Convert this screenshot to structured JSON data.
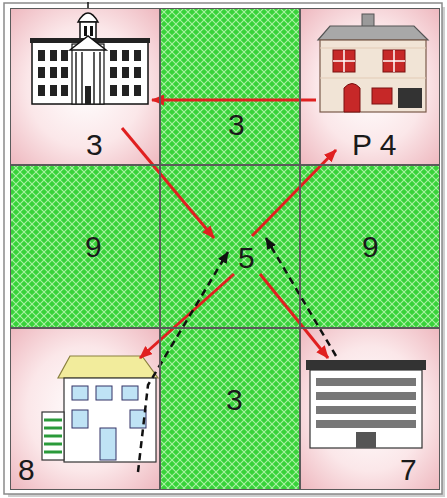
{
  "diagram": {
    "nodes": [
      {
        "text": [
          "3"
        ]
      },
      {
        "text": [
          "3"
        ]
      },
      {
        "text": [
          "P 4"
        ]
      },
      {
        "text": [
          "9"
        ]
      },
      {
        "text": [
          "5"
        ]
      },
      {
        "text": [
          "9"
        ]
      },
      {
        "text": [
          "8"
        ]
      },
      {
        "text": [
          "3"
        ]
      },
      {
        "text": [
          "7"
        ]
      }
    ],
    "edges": [
      {
        "from": 2,
        "to": 0,
        "arrow": "to"
      },
      {
        "from": 0,
        "to": 4,
        "arrow": "to"
      },
      {
        "from": 4,
        "to": 2,
        "arrow": "to"
      },
      {
        "from": 4,
        "to": 6,
        "arrow": "to"
      },
      {
        "from": 4,
        "to": 8,
        "arrow": "to"
      },
      {
        "from": 6,
        "to": 4,
        "arrow": "to"
      },
      {
        "from": 8,
        "to": 4,
        "arrow": "to"
      }
    ]
  }
}
